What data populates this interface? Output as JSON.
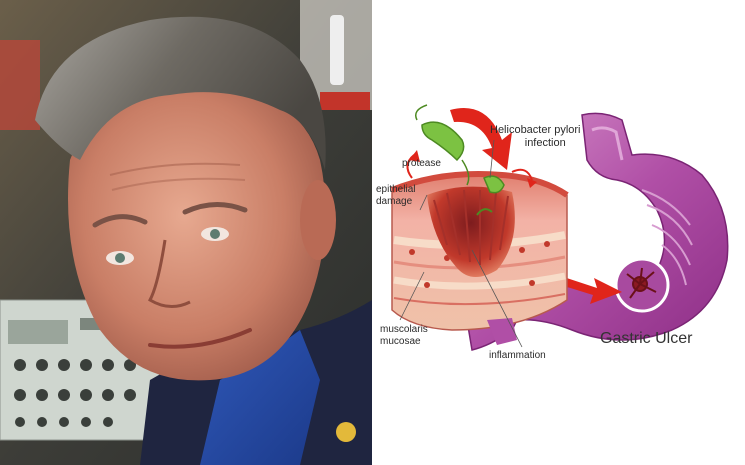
{
  "photo": {
    "subject": "portrait-photo"
  },
  "diagram": {
    "title": "Gastric Ulcer",
    "labels": {
      "h_pylori_line1": "Helicobacter pylori",
      "h_pylori_line2": "infection",
      "protease": "protease",
      "epithelial_line1": "epithelial",
      "epithelial_line2": "damage",
      "muscularis_line1": "muscolaris",
      "muscularis_line2": "mucosae",
      "inflammation": "inflammation"
    },
    "colors": {
      "stomach_purple": "#b04fa6",
      "tissue_pink": "#f3b2a6",
      "ulcer_red": "#c1392b",
      "arrow_red": "#e0251b",
      "bacteria_green": "#7cc242"
    }
  }
}
